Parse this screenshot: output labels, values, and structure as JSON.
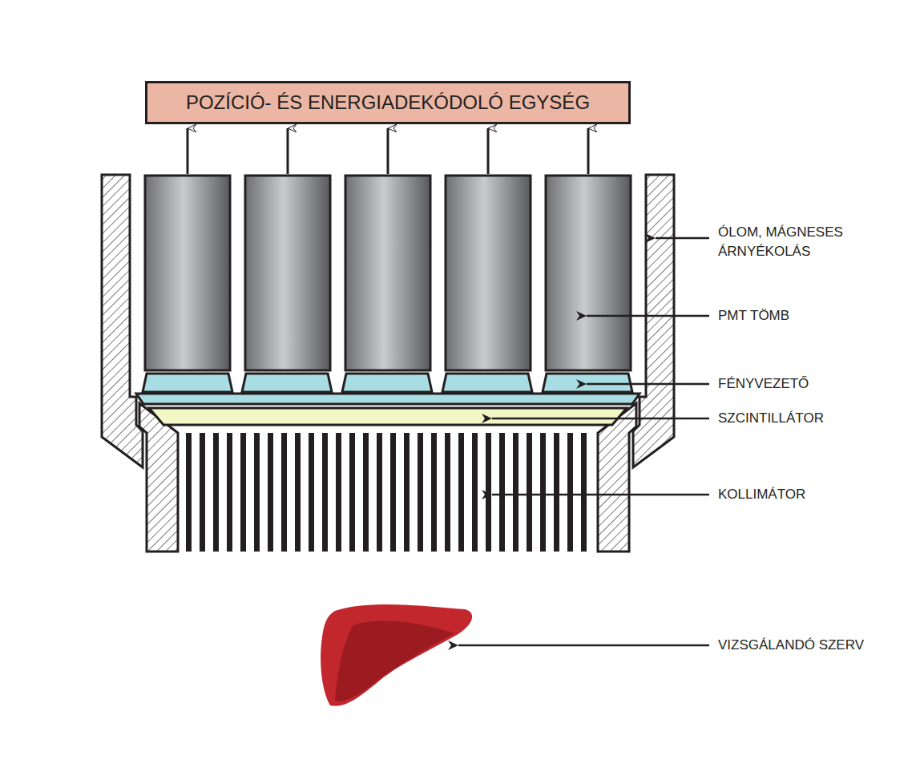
{
  "diagram": {
    "nodes": [
      {
        "text": [
          "POZÍCIÓ- ÉS ENERGIADEKÓDOLÓ EGYSÉG"
        ]
      }
    ],
    "labels": [
      "ÓLOM, MÁGNESES ÁRNYÉKOLÁS",
      "PMT TÖMB",
      "FÉNYVEZETŐ",
      "SZCINTILLÁTOR",
      "KOLLIMÁTOR",
      "VIZSGÁLANDÓ SZERV"
    ]
  }
}
